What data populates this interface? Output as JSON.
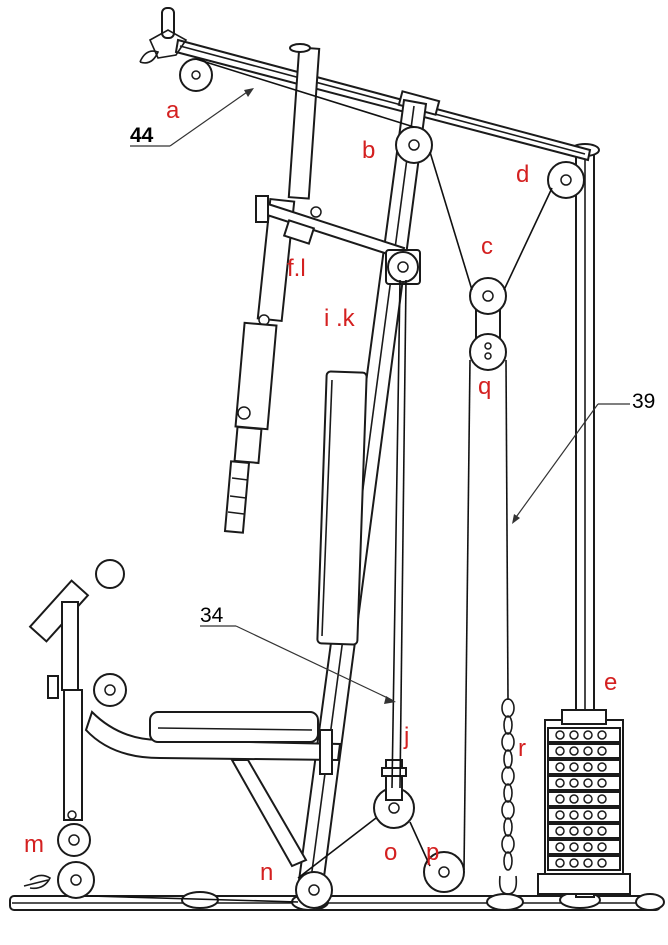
{
  "pulley_labels": {
    "a": "a",
    "b": "b",
    "c": "c",
    "d": "d",
    "e": "e",
    "fl": "f.l",
    "ik": "i .k",
    "j": "j",
    "m": "m",
    "n": "n",
    "o": "o",
    "p": "p",
    "q": "q",
    "r": "r"
  },
  "callouts": {
    "top_bar": "44",
    "center_cable": "34",
    "right_cable": "39"
  },
  "colors": {
    "label_red": "#d42020",
    "line": "#1a1a1a"
  }
}
